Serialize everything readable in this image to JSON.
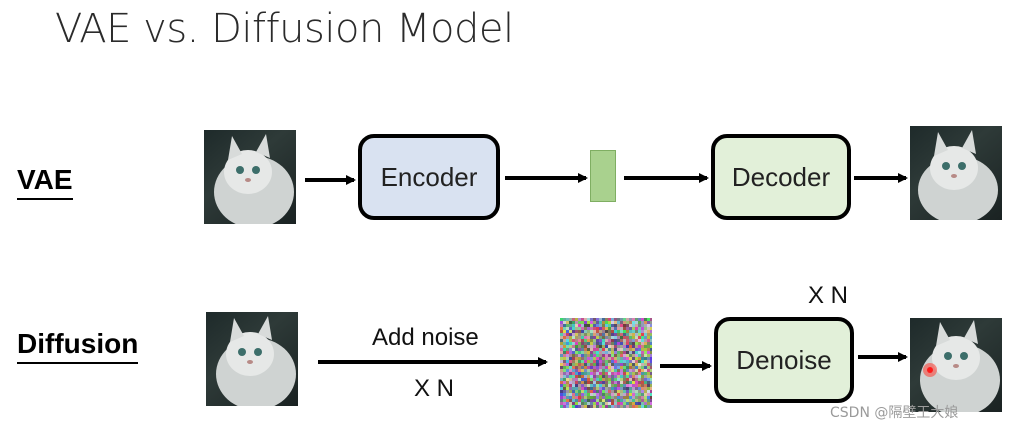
{
  "title": "VAE vs. Diffusion Model",
  "rows": {
    "vae": {
      "label": "VAE",
      "encoder_label": "Encoder",
      "decoder_label": "Decoder"
    },
    "diffusion": {
      "label": "Diffusion",
      "add_noise_label": "Add noise",
      "repeat_label_bottom": "X N",
      "repeat_label_top": "X N",
      "denoise_label": "Denoise"
    }
  },
  "colors": {
    "encoder_fill": "#d9e2f1",
    "decoder_fill": "#e2f0d9",
    "latent_fill": "#a9d18e",
    "box_border": "#000000"
  },
  "watermark": "CSDN @隔壁王大娘"
}
